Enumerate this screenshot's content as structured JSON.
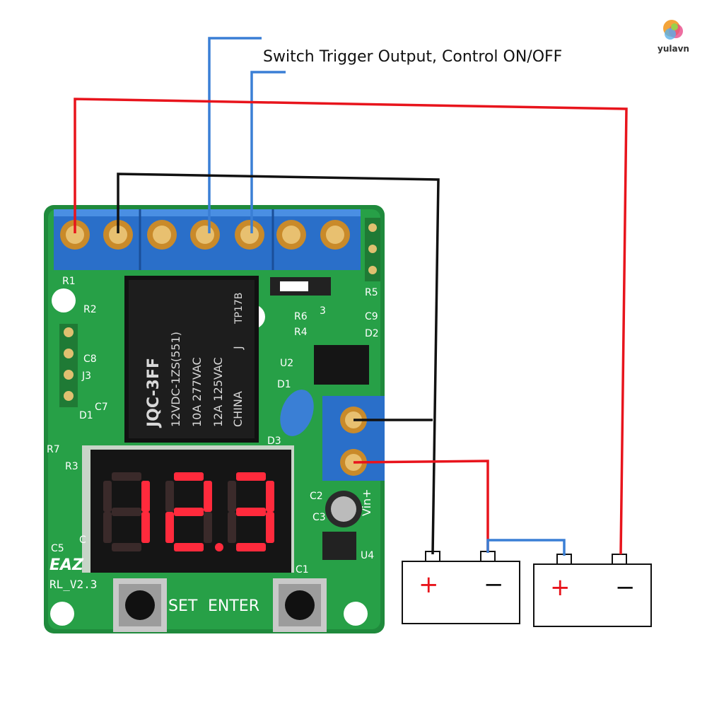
{
  "title": "Switch Trigger Output, Control ON/OFF",
  "brand": {
    "logo_text": "yulavn"
  },
  "relay": {
    "model": "JQC-3FF",
    "coil": "12VDC-1ZS(551)",
    "rating1": "10A 277VAC",
    "rating2": "12A 125VAC",
    "origin": "CHINA",
    "mark": "J",
    "code": "TP17B"
  },
  "display": {
    "value": "12.3"
  },
  "board": {
    "brand": "EAZ",
    "version": "RL_V2.3",
    "buttons": {
      "set": "SET",
      "enter": "ENTER"
    },
    "power_label": "Vin+",
    "silkscreen": [
      "R1",
      "R2",
      "C8",
      "J3",
      "D1",
      "C7",
      "R7",
      "R3",
      "C5",
      "C",
      "C1",
      "R5",
      "C9",
      "R6",
      "R4",
      "D2",
      "U2",
      "D1",
      "D3",
      "C2",
      "C3",
      "U4",
      "3"
    ]
  },
  "batteries": [
    {
      "plus": "+",
      "minus": "−"
    },
    {
      "plus": "+",
      "minus": "−"
    }
  ],
  "colors": {
    "pcb": "#1f8a3c",
    "terminal": "#2a6fc9",
    "wire_red": "#e8141c",
    "wire_black": "#111111",
    "wire_blue": "#3a7fd5",
    "led": "#ff2a3c"
  }
}
